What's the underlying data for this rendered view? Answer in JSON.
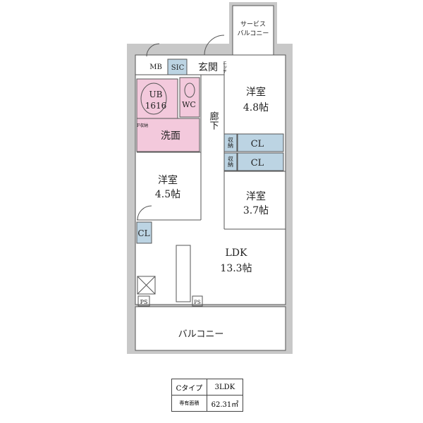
{
  "colors": {
    "wet_area": "#f3c9dc",
    "storage": "#bcd4e3",
    "wall": "#c8c8c8",
    "line": "#555555"
  },
  "rooms": {
    "mb": "MB",
    "sic": "SIC",
    "entrance": "玄関",
    "niche": "ニッチ",
    "ub": "UB",
    "ub_size": "1616",
    "wc": "WC",
    "washroom": "洗面",
    "washer_storage": "F収納",
    "corridor": "廊下",
    "western1": {
      "name": "洋室",
      "size": "4.8帖"
    },
    "storage1": "収納",
    "cl1": "CL",
    "storage2": "収納",
    "cl2": "CL",
    "western2": {
      "name": "洋室",
      "size": "4.5帖"
    },
    "western3": {
      "name": "洋室",
      "size": "3.7帖"
    },
    "cl3": "CL",
    "ldk": {
      "name": "LDK",
      "size": "13.3帖"
    },
    "ps1": "PS",
    "ps2": "PS",
    "balcony": "バルコニー",
    "service_balcony": [
      "サービス",
      "バルコニー"
    ]
  },
  "info_table": {
    "type_label": "Cタイプ",
    "layout": "3LDK",
    "area_label": "専有面積",
    "area_value": "62.31㎡"
  }
}
